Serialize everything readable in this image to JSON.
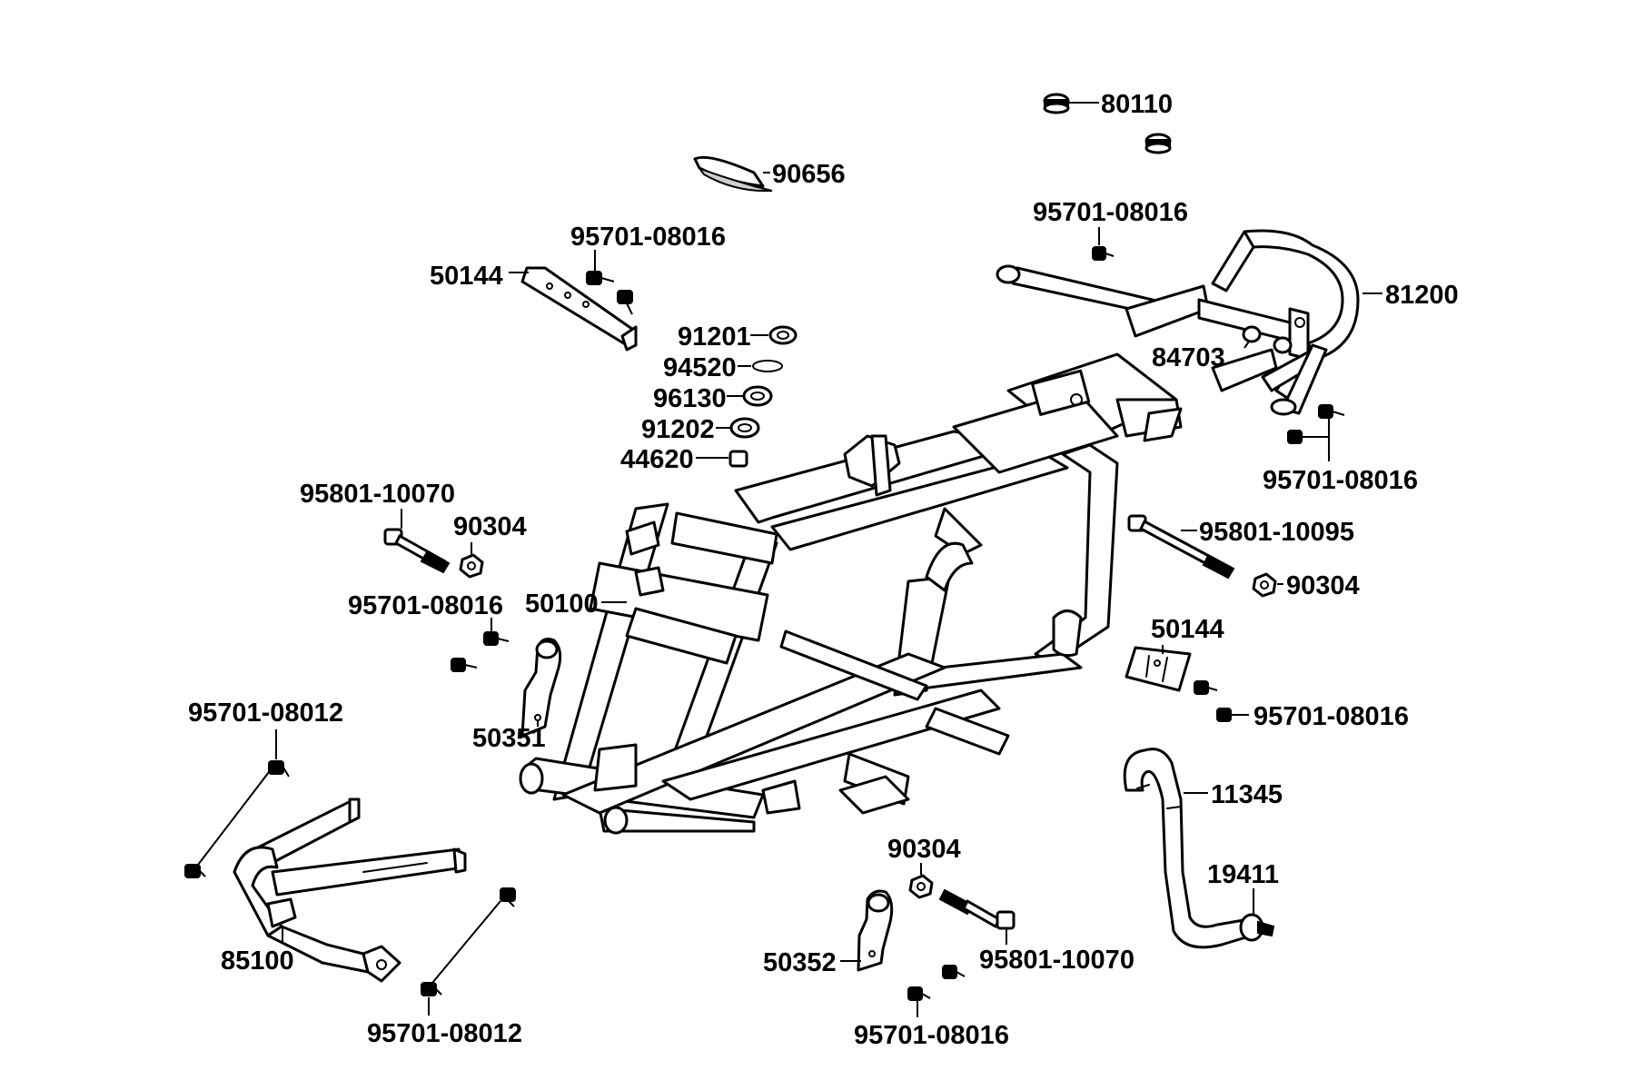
{
  "colors": {
    "ink": "#000000",
    "background": "#ffffff"
  },
  "labels": {
    "p80110": "80110",
    "p90656": "90656",
    "p95701_08016_a": "95701-08016",
    "p95701_08016_b": "95701-08016",
    "p95701_08016_c": "95701-08016",
    "p95701_08016_d": "95701-08016",
    "p95701_08016_e": "95701-08016",
    "p95701_08016_f": "95701-08016",
    "p50144_a": "50144",
    "p50144_b": "50144",
    "p81200": "81200",
    "p84703": "84703",
    "p91201": "91201",
    "p94520": "94520",
    "p96130": "96130",
    "p91202": "91202",
    "p44620": "44620",
    "p95801_10070_a": "95801-10070",
    "p95801_10070_b": "95801-10070",
    "p90304_a": "90304",
    "p90304_b": "90304",
    "p90304_c": "90304",
    "p95801_10095": "95801-10095",
    "p50100": "50100",
    "p50351": "50351",
    "p50352": "50352",
    "p95701_08012_a": "95701-08012",
    "p95701_08012_b": "95701-08012",
    "p85100": "85100",
    "p11345": "11345",
    "p19411": "19411"
  }
}
